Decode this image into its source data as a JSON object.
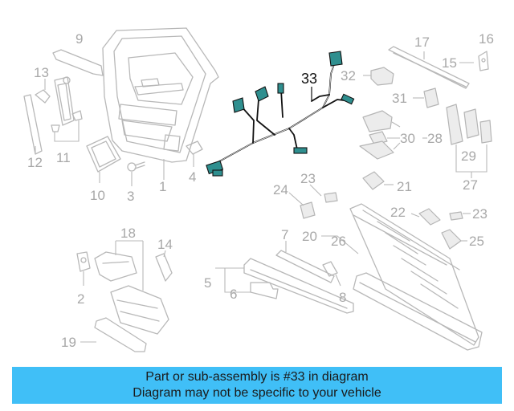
{
  "diagram": {
    "highlighted_part": "33",
    "callouts": {
      "c1": "1",
      "c2": "2",
      "c3": "3",
      "c4": "4",
      "c5": "5",
      "c6": "6",
      "c7": "7",
      "c8": "8",
      "c9": "9",
      "c10": "10",
      "c11": "11",
      "c12": "12",
      "c13": "13",
      "c14": "14",
      "c15": "15",
      "c16": "16",
      "c17": "17",
      "c18": "18",
      "c19": "19",
      "c20": "20",
      "c21": "21",
      "c22": "22",
      "c23a": "23",
      "c23b": "23",
      "c24": "24",
      "c25": "25",
      "c26": "26",
      "c27": "27",
      "c28": "28",
      "c29": "29",
      "c30": "30",
      "c31": "31",
      "c32": "32",
      "c33": "33"
    }
  },
  "banner": {
    "line1": "Part or sub-assembly is #33 in diagram",
    "line2": "Diagram may not be specific to your vehicle"
  },
  "colors": {
    "banner_bg": "#40bff7",
    "harness": "#111111",
    "connector": "#2f8f8f",
    "parts": "#b8b8b8"
  }
}
